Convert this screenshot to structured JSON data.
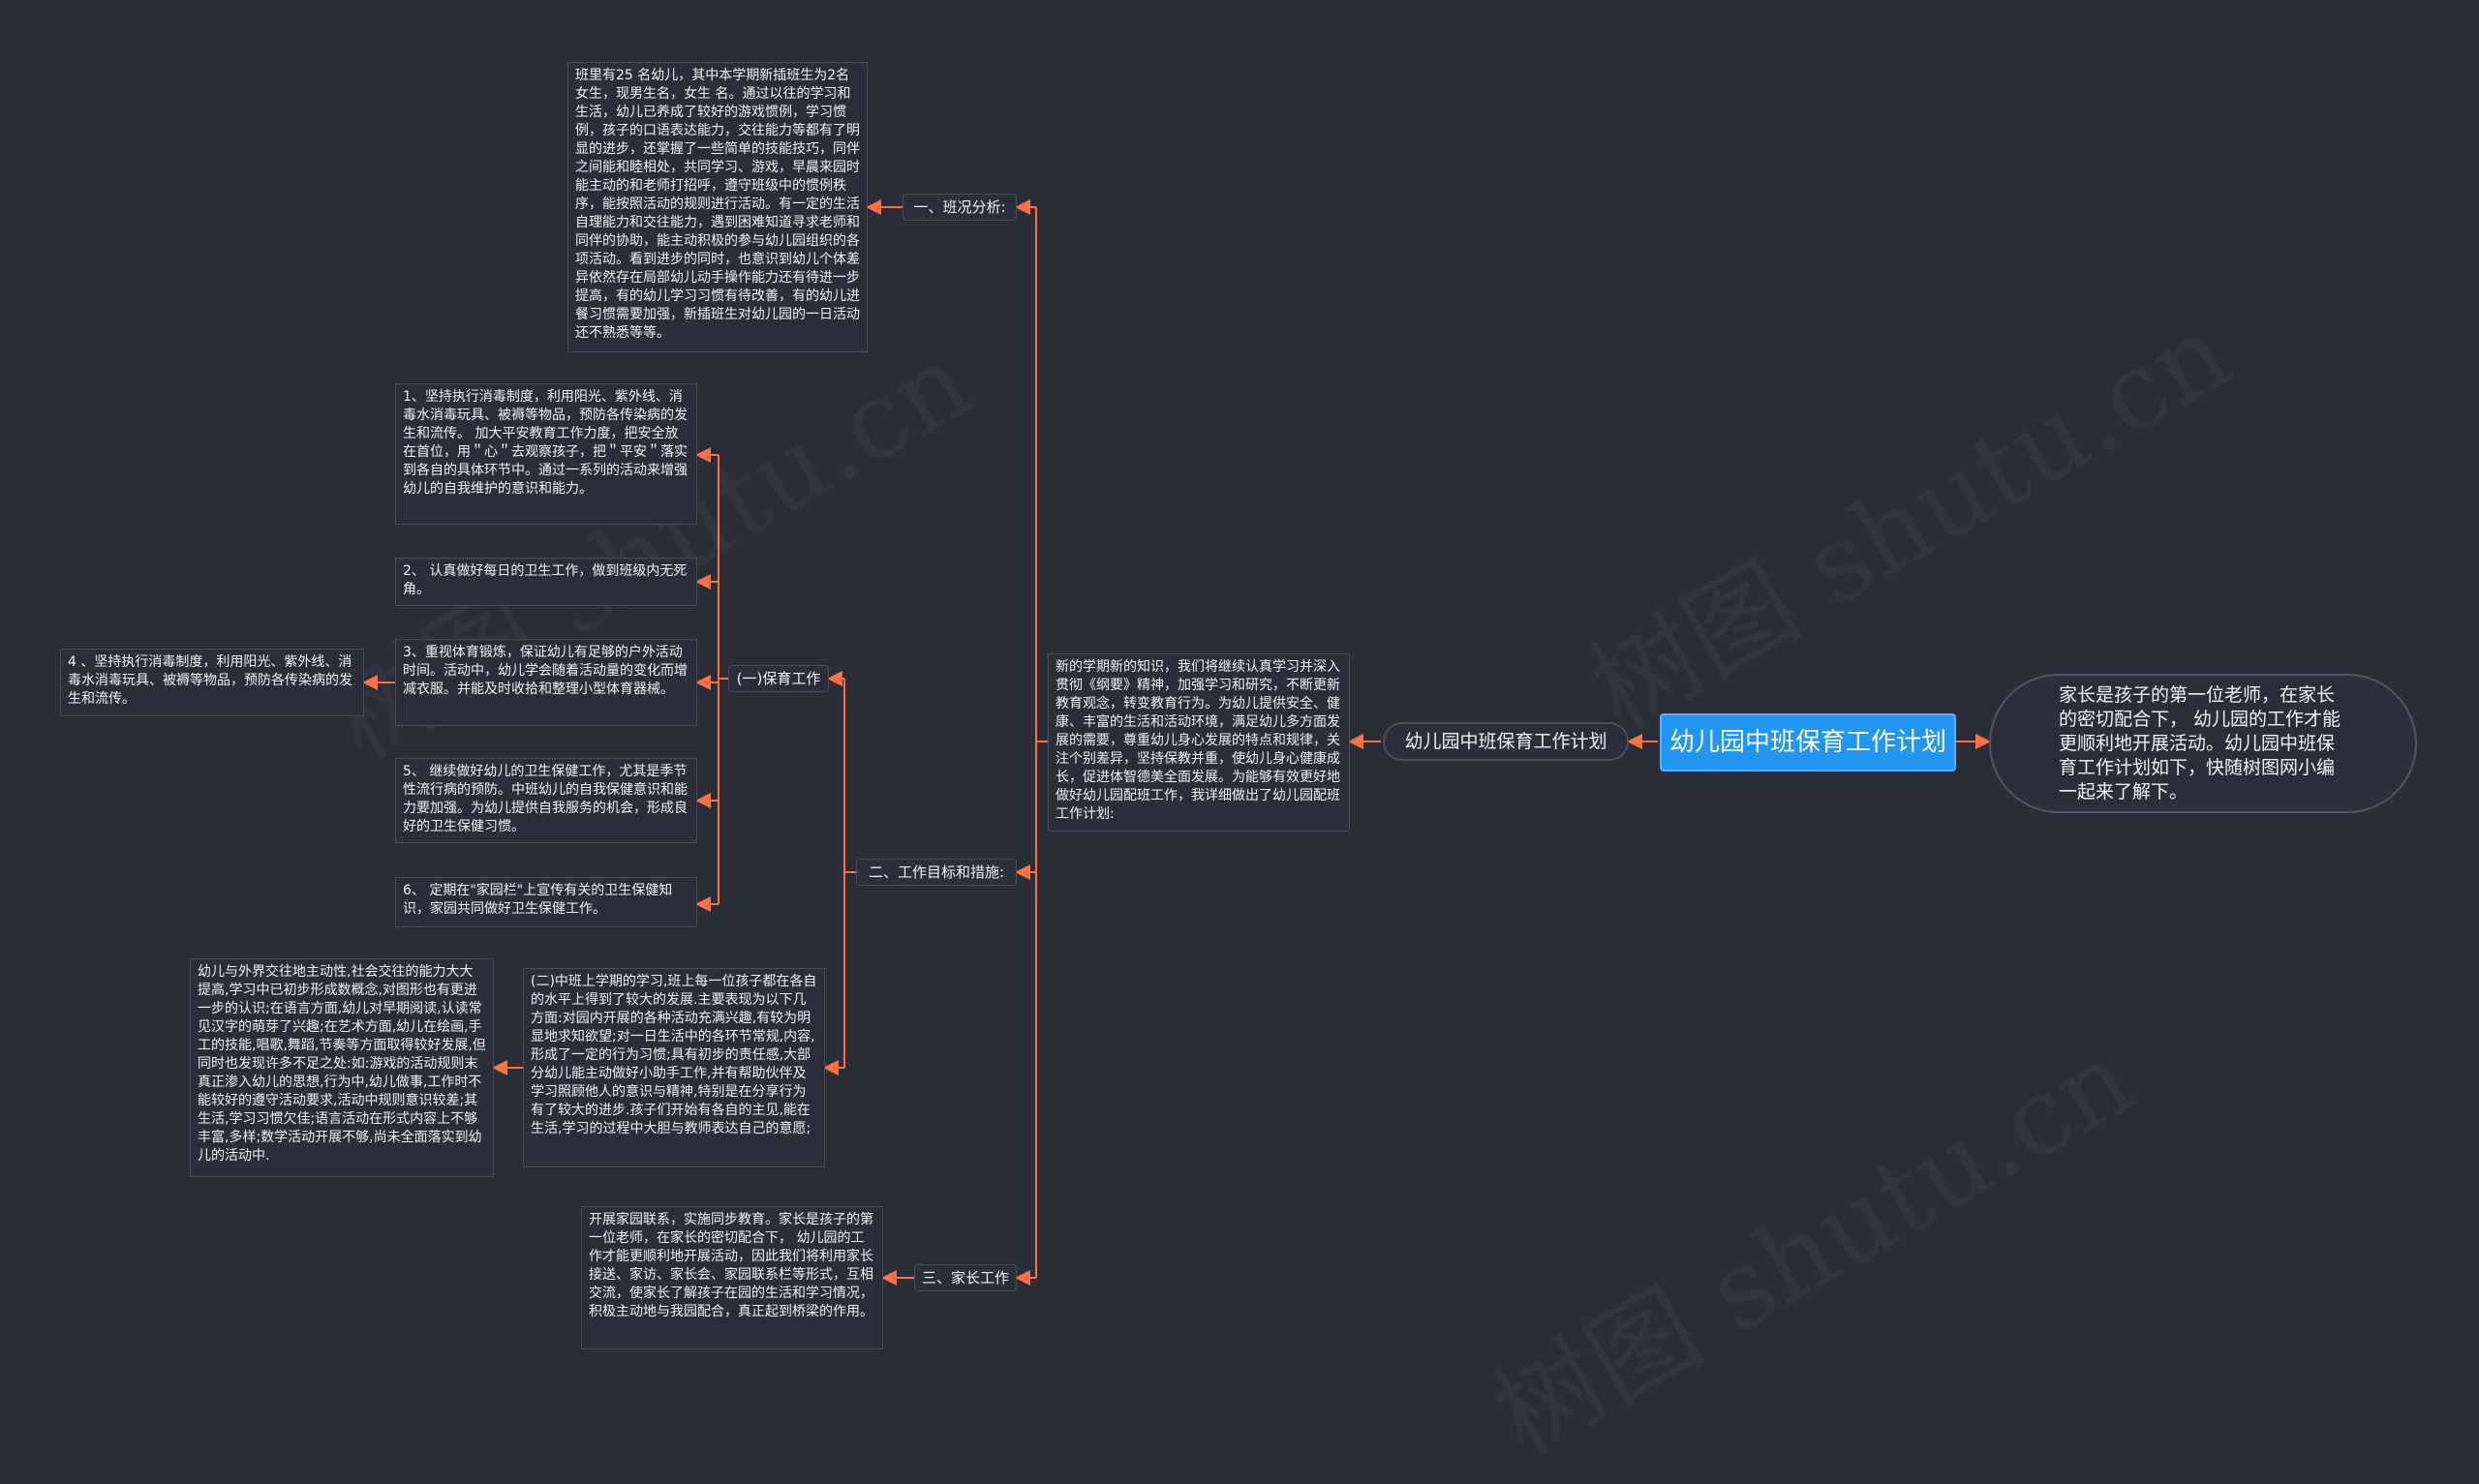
{
  "root": {
    "title": "幼儿园中班保育工作计划"
  },
  "summary": {
    "text": "家长是孩子的第一位老师，在家长的密切配合下， 幼儿园的工作才能更顺利地开展活动。幼儿园中班保育工作计划如下，快随树图网小编一起来了解下。"
  },
  "main": {
    "title": "幼儿园中班保育工作计划",
    "intro": "新的学期新的知识，我们将继续认真学习并深入贯彻《纲要》精神，加强学习和研究，不断更新教育观念，转变教育行为。为幼儿提供安全、健康、丰富的生活和活动环境，满足幼儿多方面发展的需要，尊重幼儿身心发展的特点和规律，关注个别差异，坚持保教并重，使幼儿身心健康成长，促进体智德美全面发展。为能够有效更好地做好幼儿园配班工作，我详细做出了幼儿园配班工作计划:"
  },
  "sections": {
    "s1": {
      "label": "一、班况分析:",
      "text": "班里有25 名幼儿，其中本学期新插班生为2名女生，现男生名，女生 名。通过以往的学习和生活，幼儿已养成了较好的游戏惯例，学习惯例，孩子的口语表达能力，交往能力等都有了明显的进步，还掌握了一些简单的技能技巧，同伴之间能和睦相处，共同学习、游戏，早晨来园时能主动的和老师打招呼，遵守班级中的惯例秩序，能按照活动的规则进行活动。有一定的生活自理能力和交往能力，遇到困难知道寻求老师和同伴的协助，能主动积极的参与幼儿园组织的各项活动。看到进步的同时，也意识到幼儿个体差异依然存在局部幼儿动手操作能力还有待进一步提高，有的幼儿学习习惯有待改善，有的幼儿进餐习惯需要加强，新插班生对幼儿园的一日活动还不熟悉等等。"
    },
    "s2": {
      "label": "二、工作目标和措施:",
      "care": {
        "label": "(一)保育工作",
        "items": [
          "1、坚持执行消毒制度，利用阳光、紫外线、消毒水消毒玩具、被褥等物品，预防各传染病的发生和流传。 加大平安教育工作力度，把安全放在首位，用＂心＂去观察孩子，把＂平安＂落实到各自的具体环节中。通过一系列的活动来增强幼儿的自我维护的意识和能力。",
          "2、 认真做好每日的卫生工作，做到班级内无死角。",
          "3、重视体育锻炼，保证幼儿有足够的户外活动时间。活动中，幼儿学会随着活动量的变化而增减衣服。并能及时收拾和整理小型体育器械。",
          "5、 继续做好幼儿的卫生保健工作，尤其是季节性流行病的预防。中班幼儿的自我保健意识和能力要加强。为幼儿提供自我服务的机会，形成良好的卫生保健习惯。",
          "6、 定期在\"家园栏\"上宣传有关的卫生保健知识，家园共同做好卫生保健工作。"
        ],
        "sub": "4 、坚持执行消毒制度，利用阳光、紫外线、消毒水消毒玩具、被褥等物品，预防各传染病的发生和流传。"
      },
      "edu": {
        "text": "(二)中班上学期的学习,班上每一位孩子都在各自的水平上得到了较大的发展.主要表现为以下几方面:对园内开展的各种活动充满兴趣,有较为明显地求知欲望;对一日生活中的各环节常规,内容,形成了一定的行为习惯;具有初步的责任感,大部分幼儿能主动做好小助手工作,并有帮助伙伴及学习照顾他人的意识与精神,特别是在分享行为有了较大的进步.孩子们开始有各自的主见,能在生活,学习的过程中大胆与教师表达自己的意愿;",
        "sub": "幼儿与外界交往地主动性,社会交往的能力大大提高,学习中已初步形成数概念,对图形也有更进一步的认识;在语言方面,幼儿对早期阅读,认读常见汉字的萌芽了兴趣;在艺术方面,幼儿在绘画,手工的技能,唱歌,舞蹈,节奏等方面取得较好发展,但同时也发现许多不足之处:如:游戏的活动规则末真正渗入幼儿的思想,行为中,幼儿做事,工作时不能较好的遵守活动要求,活动中规则意识较差;其生活,学习习惯欠佳;语言活动在形式内容上不够丰富,多样;数学活动开展不够,尚未全面落实到幼儿的活动中."
      }
    },
    "s3": {
      "label": "三、家长工作",
      "text": "开展家园联系，实施同步教育。家长是孩子的第一位老师，在家长的密切配合下， 幼儿园的工作才能更顺利地开展活动，因此我们将利用家长接送、家访、家长会、家园联系栏等形式，互相交流，使家长了解孩子在园的生活和学习情况，积极主动地与我园配合，真正起到桥梁的作用。"
    }
  },
  "colors": {
    "link": "#ff7043",
    "root": "#2196f3",
    "background": "#2b2e39"
  },
  "watermark": "树图 shutu.cn"
}
